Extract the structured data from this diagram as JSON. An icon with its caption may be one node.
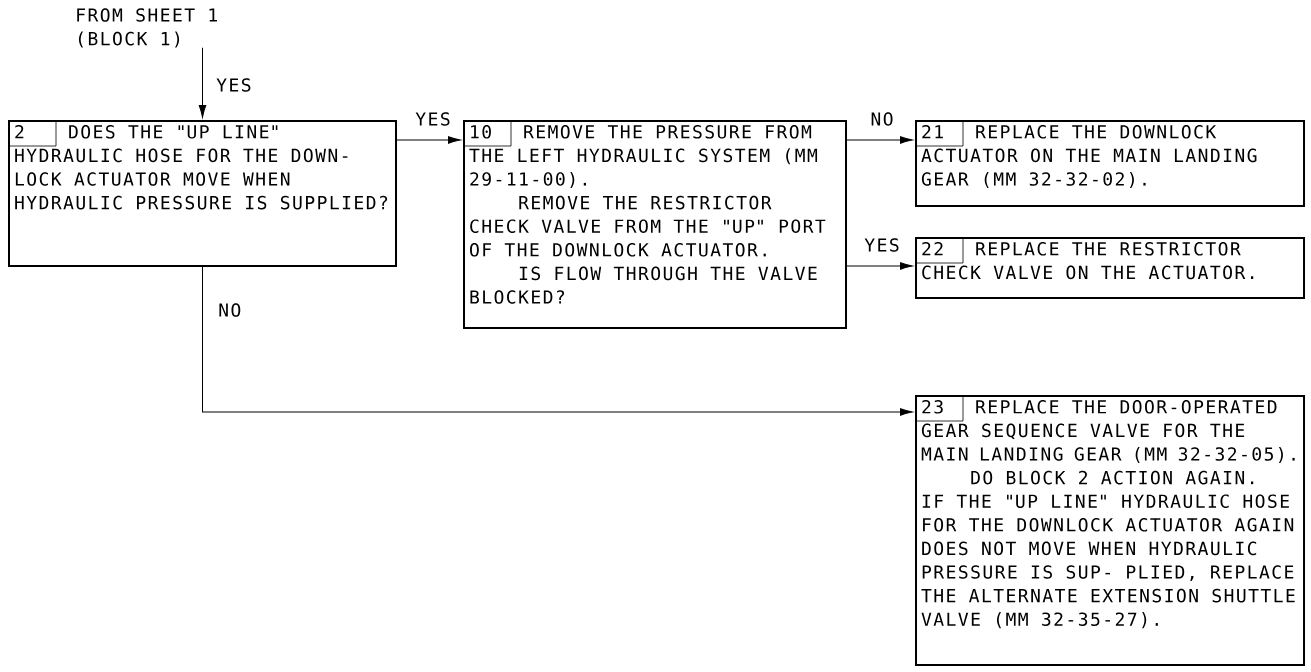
{
  "diagram": {
    "nodes": [
      {
        "text": [
          "FROM SHEET 1 (BLOCK 1)"
        ]
      },
      {
        "text": [
          "2",
          "DOES THE \"UP LINE\" HYDRAULIC HOSE FOR THE DOWN- LOCK ACTUATOR MOVE WHEN HYDRAULIC PRESSURE IS SUPPLIED?"
        ]
      },
      {
        "text": [
          "10",
          "REMOVE THE PRESSURE FROM THE LEFT HYDRAULIC SYSTEM (MM 29-11-00).",
          "REMOVE THE RESTRICTOR CHECK VALVE FROM THE \"UP\" PORT OF THE DOWNLOCK ACTUATOR.",
          "IS FLOW THROUGH THE VALVE BLOCKED?"
        ]
      },
      {
        "text": [
          "21",
          "REPLACE THE DOWNLOCK ACTUATOR ON THE MAIN LANDING GEAR (MM 32-32-02)."
        ]
      },
      {
        "text": [
          "22",
          "REPLACE THE RESTRICTOR CHECK VALVE ON THE ACTUATOR."
        ]
      },
      {
        "text": [
          "23",
          "REPLACE THE DOOR-OPERATED GEAR SEQUENCE VALVE FOR THE MAIN LANDING GEAR (MM 32-32-05).",
          "DO BLOCK 2 ACTION AGAIN.",
          "IF THE \"UP LINE\" HYDRAULIC HOSE FOR THE DOWNLOCK ACTUATOR AGAIN DOES NOT MOVE WHEN HYDRAULIC PRESSURE IS SUP- PLIED, REPLACE THE ALTERNATE EXTENSION SHUTTLE VALVE (MM 32-35-27)."
        ]
      }
    ],
    "edges": [
      {
        "from": 0,
        "to": 1,
        "arrow": "to",
        "label": "YES"
      },
      {
        "from": 1,
        "to": 2,
        "arrow": "to",
        "label": "YES"
      },
      {
        "from": 2,
        "to": 3,
        "arrow": "to",
        "label": "NO"
      },
      {
        "from": 2,
        "to": 4,
        "arrow": "to",
        "label": "YES"
      },
      {
        "from": 1,
        "to": 5,
        "arrow": "to",
        "label": "NO"
      }
    ]
  }
}
